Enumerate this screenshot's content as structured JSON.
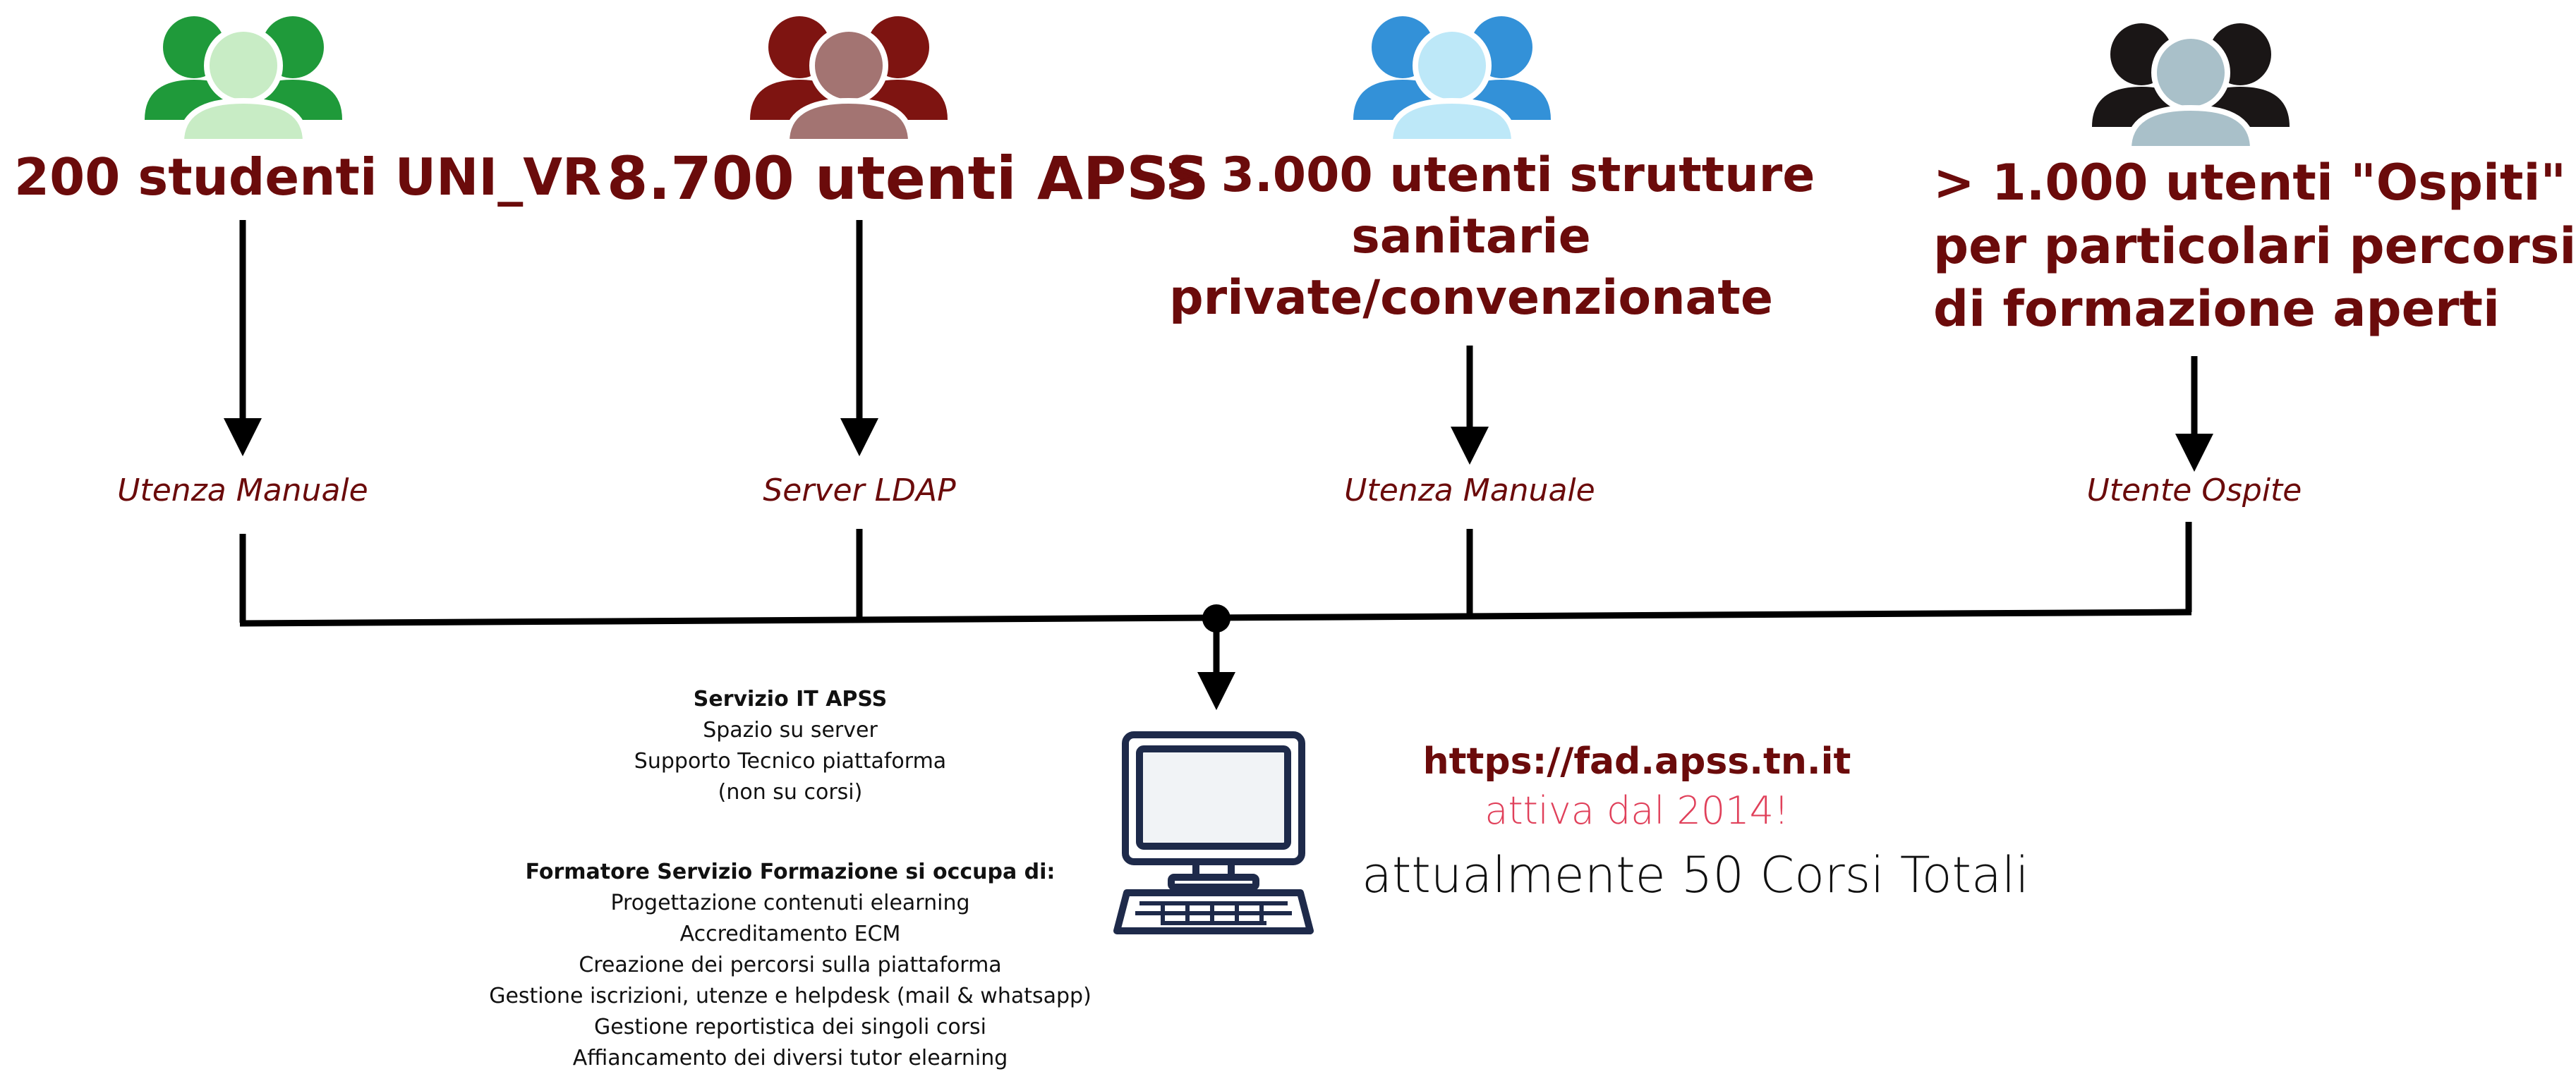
{
  "groups": [
    {
      "title_lines": [
        "200 studenti UNI_VR"
      ],
      "access": "Utenza Manuale",
      "icon": "users-group-icon",
      "color_front": "#c8ecc5",
      "color_back": "#1f9a3a"
    },
    {
      "title_lines": [
        "8.700 utenti APSS"
      ],
      "access": "Server LDAP",
      "icon": "users-group-icon",
      "color_front": "#a37472",
      "color_back": "#7e1411"
    },
    {
      "title_lines": [
        "> 3.000 utenti strutture",
        "sanitarie",
        "private/convenzionate"
      ],
      "access": "Utenza Manuale",
      "icon": "users-group-icon",
      "color_front": "#bde8f8",
      "color_back": "#3391d8"
    },
    {
      "title_lines": [
        "> 1.000 utenti \"Ospiti\"",
        "per particolari percorsi",
        "di formazione aperti"
      ],
      "access": "Utente Ospite",
      "icon": "users-group-icon",
      "color_front": "#a9c0c9",
      "color_back": "#1a1616"
    }
  ],
  "it_service": {
    "heading": "Servizio IT APSS",
    "lines": [
      "Spazio su server",
      "Supporto Tecnico piattaforma",
      "(non su corsi)"
    ]
  },
  "trainer": {
    "heading": "Formatore Servizio Formazione si occupa di:",
    "lines": [
      "Progettazione contenuti elearning",
      "Accreditamento ECM",
      "Creazione dei percorsi sulla piattaforma",
      "Gestione iscrizioni, utenze e helpdesk (mail & whatsapp)",
      "Gestione reportistica dei singoli corsi",
      "Affiancamento dei diversi tutor elearning"
    ]
  },
  "platform": {
    "url": "https://fad.apss.tn.it",
    "since": "attiva dal 2014!",
    "total": "attualmente 50 Corsi Totali",
    "icon": "computer-icon"
  },
  "colors": {
    "title": "#6b0b0b",
    "accent": "#e0405a",
    "line": "#000000"
  }
}
